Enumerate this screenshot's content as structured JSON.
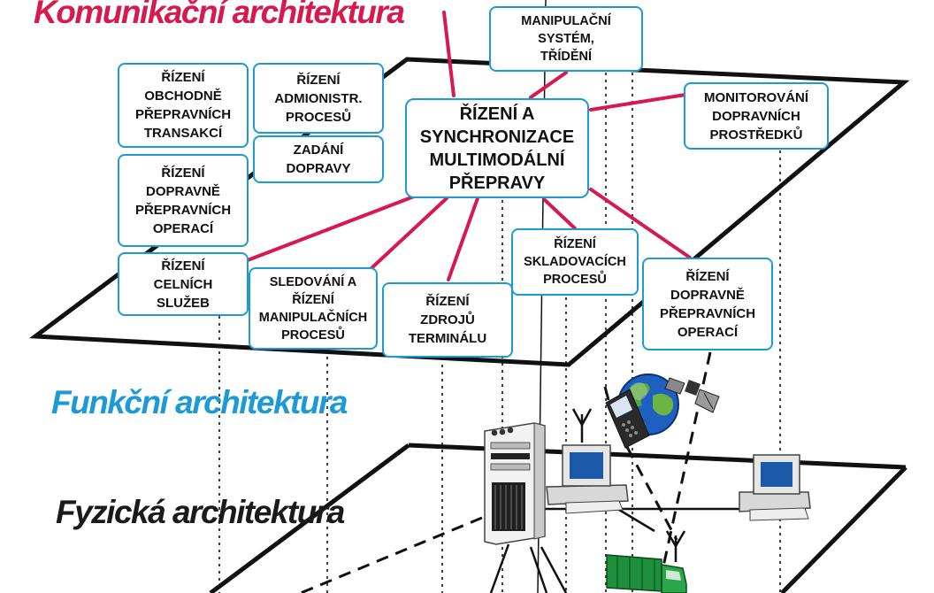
{
  "colors": {
    "accent_red": "#d6194f",
    "accent_blue": "#1b9ad6",
    "title_dark": "#1a1a1a",
    "box_border": "#1b9ad6",
    "plane_line": "#111111"
  },
  "layers": {
    "communication": "Komunikační architektura",
    "functional": "Funkční architektura",
    "physical": "Fyzická architektura"
  },
  "boxes": {
    "manipulation": "MANIPULAČNÍ\nSYSTÉM,\nTŘÍDĚNÍ",
    "trade": "ŘÍZENÍ\nOBCHODNĚ\nPŘEPRAVNÍCH\nTRANSAKCÍ",
    "admin": "ŘÍZENÍ\nADMIONISTR.\nPROCESŮ",
    "sync": "ŘÍZENÍ A\nSYNCHRONIZACE\nMULTIMODÁLNÍ\nPŘEPRAVY",
    "monitoring": "MONITOROVÁNÍ\nDOPRAVNÍCH\nPROSTŘEDKŮ",
    "order": "ZADÁNÍ\nDOPRAVY",
    "ops_left": "ŘÍZENÍ\nDOPRAVNĚ\nPŘEPRAVNÍCH\nOPERACÍ",
    "warehouse": "ŘÍZENÍ\nSKLADOVACÍCH\nPROCESŮ",
    "customs": "ŘÍZENÍ\nCELNÍCH\nSLUŽEB",
    "tracking": "SLEDOVÁNÍ A\nŘÍZENÍ\nMANIPULAČNÍCH\nPROCESŮ",
    "terminal": "ŘÍZENÍ\nZDROJŮ\nTERMINÁLU",
    "ops_right": "ŘÍZENÍ\nDOPRAVNĚ\nPŘEPRAVNÍCH\nOPERACÍ"
  },
  "icons": [
    "server-icon",
    "workstation-icon",
    "mobile-phone-icon",
    "globe-icon",
    "satellite-icon",
    "antenna-icon",
    "truck-icon"
  ]
}
